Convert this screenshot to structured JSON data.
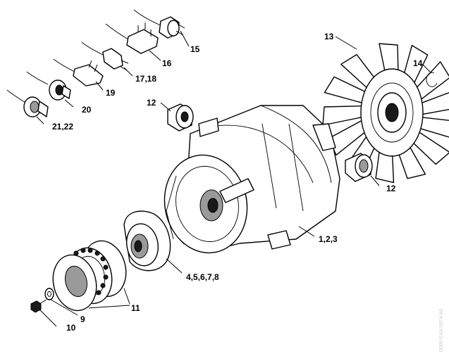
{
  "callouts": [
    {
      "id": "c15",
      "text": "15"
    },
    {
      "id": "c16",
      "text": "16"
    },
    {
      "id": "c1718",
      "text": "17,18"
    },
    {
      "id": "c19",
      "text": "19"
    },
    {
      "id": "c20",
      "text": "20"
    },
    {
      "id": "c2122",
      "text": "21,22"
    },
    {
      "id": "c12a",
      "text": "12"
    },
    {
      "id": "c13",
      "text": "13"
    },
    {
      "id": "c14",
      "text": "14"
    },
    {
      "id": "c12b",
      "text": "12"
    },
    {
      "id": "c123",
      "text": "1,2,3"
    },
    {
      "id": "c45678",
      "text": "4,5,6,7,8"
    },
    {
      "id": "c11",
      "text": "11"
    },
    {
      "id": "c9",
      "text": "9"
    },
    {
      "id": "c10",
      "text": "10"
    }
  ],
  "watermark": "0000-GXX-0074-A0"
}
